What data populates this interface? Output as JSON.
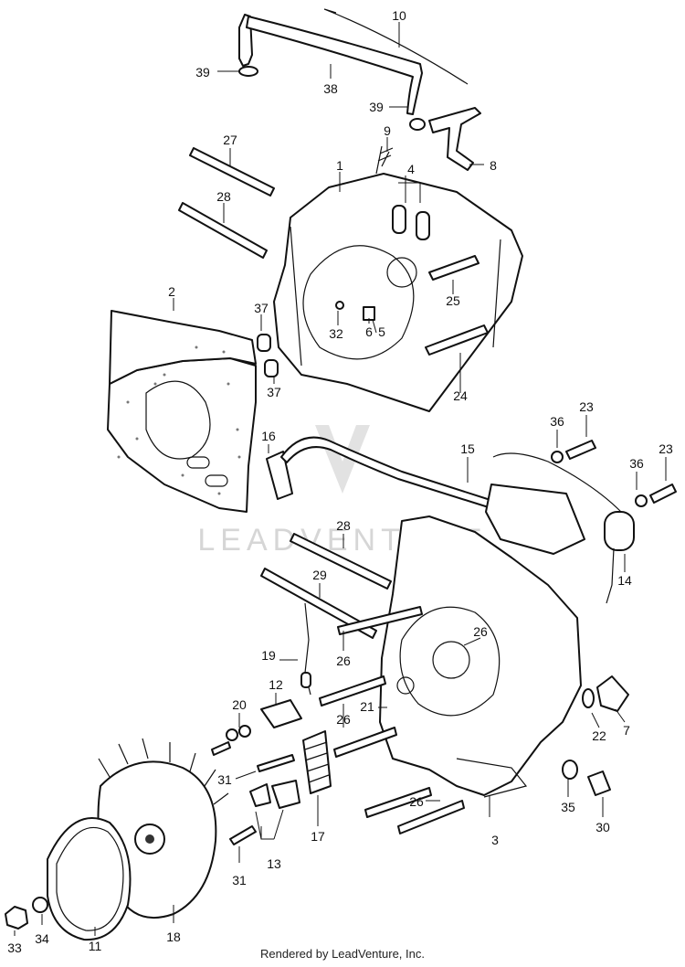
{
  "watermark": "LEADVENTURE",
  "footer": "Rendered by LeadVenture, Inc.",
  "callouts": {
    "c1": "1",
    "c2": "2",
    "c3": "3",
    "c4": "4",
    "c5": "5",
    "c6": "6",
    "c7": "7",
    "c8": "8",
    "c9": "9",
    "c10": "10",
    "c11": "11",
    "c12": "12",
    "c13": "13",
    "c14": "14",
    "c15": "15",
    "c16": "16",
    "c17": "17",
    "c18": "18",
    "c19": "19",
    "c20": "20",
    "c21": "21",
    "c22": "22",
    "c23a": "23",
    "c23b": "23",
    "c24": "24",
    "c25": "25",
    "c26a": "26",
    "c26b": "26",
    "c26c": "26",
    "c26d": "26",
    "c27": "27",
    "c28a": "28",
    "c28b": "28",
    "c29": "29",
    "c30": "30",
    "c31a": "31",
    "c31b": "31",
    "c32": "32",
    "c33": "33",
    "c34": "34",
    "c35": "35",
    "c36a": "36",
    "c36b": "36",
    "c37a": "37",
    "c37b": "37",
    "c38": "38",
    "c39a": "39",
    "c39b": "39"
  }
}
